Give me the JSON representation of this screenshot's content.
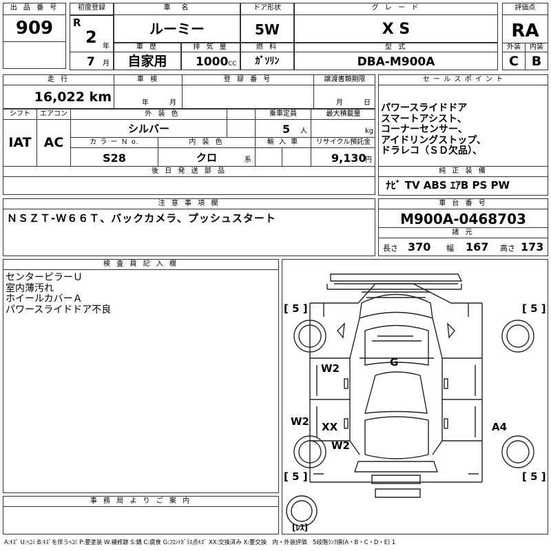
{
  "header": {
    "lot_no_label": "出 品 番 号",
    "lot_no": "909",
    "first_reg_label": "初度登録",
    "era": "R",
    "year": "2",
    "year_unit": "年",
    "month": "7",
    "month_unit": "月",
    "car_name_label": "車　名",
    "car_name": "ルーミー",
    "history_label": "車 歴",
    "history": "自家用",
    "displacement_label": "排 気 量",
    "displacement": "1000",
    "displacement_unit": "CC",
    "door_label": "ドア形状",
    "door": "5W",
    "fuel_label": "燃 料",
    "fuel": "ｶﾞｿﾘﾝ",
    "grade_label": "グ レ ー ド",
    "grade": "X S",
    "model_label": "型 式",
    "model": "DBA-M900A",
    "score_label": "評価点",
    "score": "RA",
    "exterior_label": "外装",
    "exterior": "C",
    "interior_label": "内装",
    "interior": "B"
  },
  "row2": {
    "mileage_label": "走 行",
    "mileage": "16,022 km",
    "inspection_label": "車 検",
    "insp_year": "年",
    "insp_month": "月",
    "reg_no_label": "登 録 番 号",
    "transfer_label": "譲渡書類期限",
    "transfer_month": "月",
    "transfer_day": "日"
  },
  "row3": {
    "shift_label": "シフト",
    "shift": "IAT",
    "ac_label": "エアコン",
    "ac": "AC",
    "exterior_color_label": "外 装 色",
    "exterior_color": "シルバー",
    "color_no_label": "カ ラ ー Ｎ o.",
    "color_no": "S28",
    "interior_color_label": "内 装 色",
    "interior_color": "クロ",
    "interior_color_suffix": "系",
    "capacity_label": "乗車定員",
    "capacity": "5",
    "capacity_unit": "人",
    "max_load_label": "最大積載量",
    "max_load_unit": "kg",
    "import_label": "輸 入 車",
    "recycle_label": "リサイクル預託金",
    "recycle": "9,130",
    "recycle_unit": "円"
  },
  "sales": {
    "label": "セ ー ル ス ポ イ ン ト",
    "lines": [
      "パワースライドドア",
      "スマートアシスト、",
      "コーナーセンサー、",
      "アイドリングストップ、",
      "ドラレコ（ＳＤ欠品）、"
    ]
  },
  "later_parts_label": "後 日 発 送 部 品",
  "genuine": {
    "label": "純 正 装 備",
    "value": "ﾅﾋﾞ  TV  ABS  ｴｱB  PS  PW"
  },
  "notes": {
    "label": "注 意 事 項 欄",
    "text": "ＮＳＺＴ-Ｗ６６Ｔ、バックカメラ、プッシュスタート"
  },
  "chassis": {
    "label": "車 台 番 号",
    "value": "M900A-0468703",
    "specs_label": "諸 元",
    "length_label": "長さ",
    "length": "370",
    "width_label": "幅",
    "width": "167",
    "height_label": "高さ",
    "height": "173"
  },
  "inspector": {
    "label": "検 査 員 記 入 欄",
    "lines": [
      "センターピラーＵ",
      "室内薄汚れ",
      "ホイールカバーＡ",
      "パワースライドドア不良"
    ]
  },
  "diagram": {
    "marks": [
      "W2",
      "G",
      "W2",
      "XX",
      "W2",
      "A4"
    ],
    "tire_fl": "[ 5 ]",
    "tire_fr": "[ 5 ]",
    "tire_rl": "[ 5 ]",
    "tire_rr": "[ 5 ]",
    "spare": "[ﾚｽ]"
  },
  "office_label": "事 務 局 よ り ご 案 内",
  "legend": "A:ｷｽﾞ U:ﾍｺﾐ B:ｷｽﾞを伴うﾍｺﾐ P:要塗装 W:補修跡 S:錆 C:腐食 G:ﾌﾛﾝﾄｶﾞﾗｽ点ｷｽﾞ XX:交換済み X:要交換　内・外装評価　5段階ﾗﾝｸ順(A・B・C・D・E) 1"
}
